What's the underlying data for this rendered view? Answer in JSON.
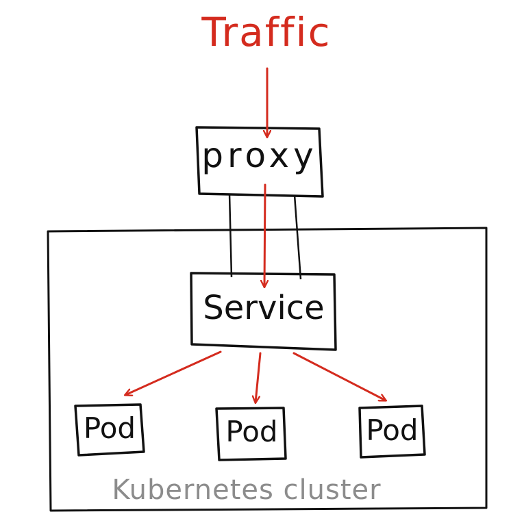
{
  "labels": {
    "traffic": "Traffic",
    "proxy": "proxy",
    "service": "Service",
    "pod_1": "Pod",
    "pod_2": "Pod",
    "pod_3": "Pod",
    "cluster": "Kubernetes cluster"
  },
  "colors": {
    "ink": "#111111",
    "arrow": "#d42b1e",
    "traffic_text": "#d42b1e",
    "cluster_text": "#8c8c8c"
  }
}
